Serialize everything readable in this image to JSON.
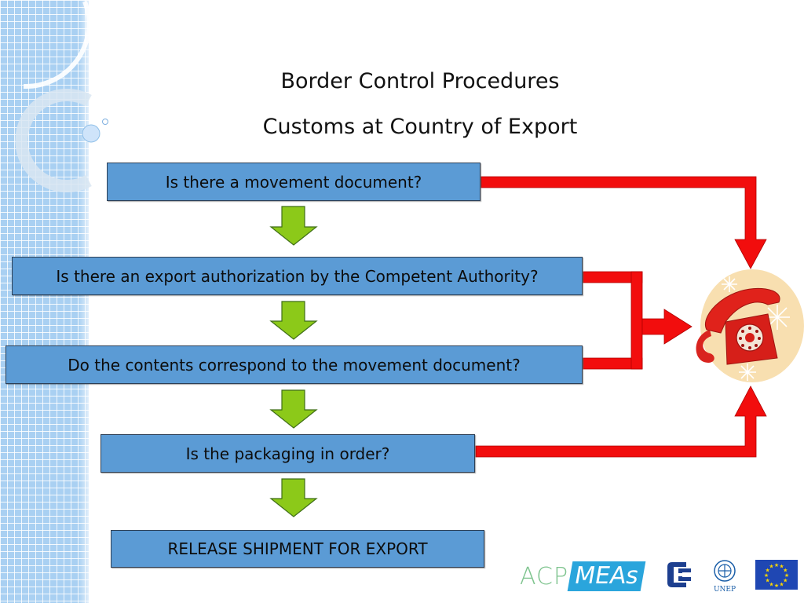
{
  "title": {
    "line1": "Border Control Procedures",
    "line2": "Customs at Country of Export"
  },
  "steps": [
    "Is there a movement document?",
    "Is there an export authorization by the Competent Authority?",
    "Do the contents correspond to the movement document?",
    "Is the packaging in order?"
  ],
  "final_step": "RELEASE SHIPMENT FOR EXPORT",
  "colors": {
    "box_fill": "#5b9bd5",
    "down_arrow": "#8cc919",
    "red_connector": "#f20d0d",
    "sidebar": "#a9d0f2"
  },
  "logos": {
    "acp": "ACP",
    "meas": "MEAs",
    "unep": "UNEP"
  },
  "icons": {
    "phone": "telephone-icon",
    "eu": "eu-flag-icon",
    "unep": "unep-emblem-icon",
    "ce": "ec-logo-icon"
  }
}
